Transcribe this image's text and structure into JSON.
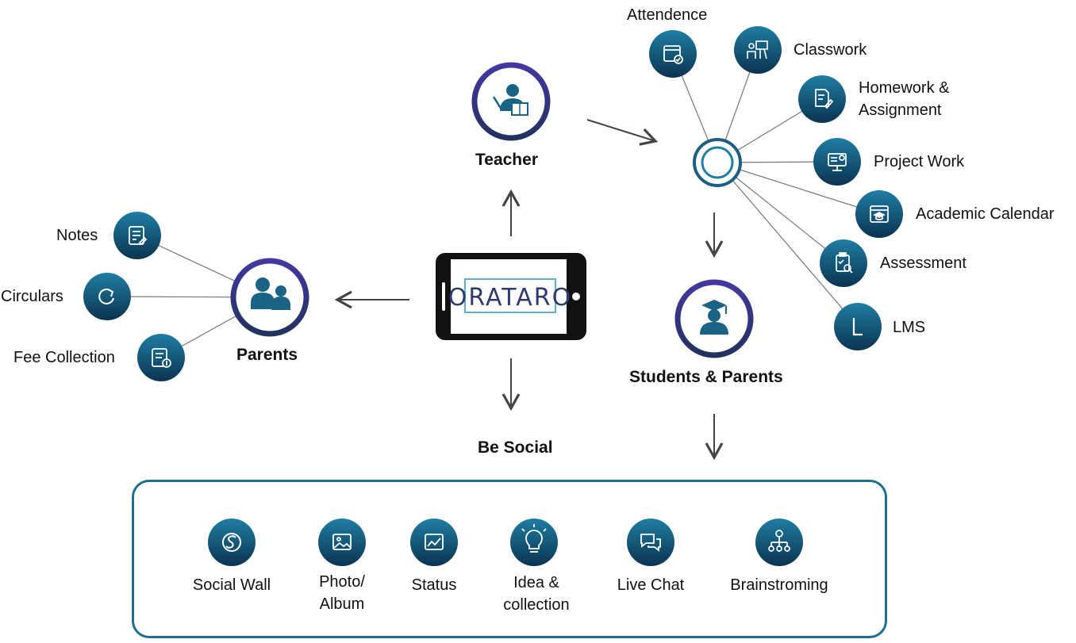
{
  "hub": {
    "logo_text": "ORATARO",
    "center_label": "Be Social"
  },
  "teacher": {
    "label": "Teacher",
    "icon": "teacher-icon",
    "features": [
      {
        "label": "Attendence",
        "icon": "calendar-check-icon"
      },
      {
        "label": "Classwork",
        "icon": "presentation-icon"
      },
      {
        "label": "Homework & Assignment",
        "icon": "document-edit-icon"
      },
      {
        "label": "Project Work",
        "icon": "monitor-icon"
      },
      {
        "label": "Academic Calendar",
        "icon": "calendar-grad-icon"
      },
      {
        "label": "Assessment",
        "icon": "clipboard-search-icon"
      },
      {
        "label": "LMS",
        "icon": "letter-l-icon"
      }
    ]
  },
  "students": {
    "label": "Students & Parents",
    "icon": "graduate-icon"
  },
  "parents": {
    "label": "Parents",
    "icon": "parents-icon",
    "features": [
      {
        "label": "Notes",
        "icon": "notes-icon"
      },
      {
        "label": "Circulars",
        "icon": "refresh-icon"
      },
      {
        "label": "Fee Collection",
        "icon": "fee-icon"
      }
    ]
  },
  "social": {
    "items": [
      {
        "label": "Social Wall",
        "icon": "s-letter-icon"
      },
      {
        "label": "Photo/ Album",
        "icon": "photo-icon"
      },
      {
        "label": "Status",
        "icon": "chart-icon"
      },
      {
        "label": "Idea & collection",
        "icon": "bulb-icon"
      },
      {
        "label": "Live Chat",
        "icon": "chat-icon"
      },
      {
        "label": "Brainstroming",
        "icon": "network-icon"
      }
    ]
  },
  "colors": {
    "node_gradient_top": "#1f7ea3",
    "node_gradient_bottom": "#0b3350",
    "ring": "#3b3b8f",
    "line": "#777777",
    "arrow": "#444444"
  }
}
